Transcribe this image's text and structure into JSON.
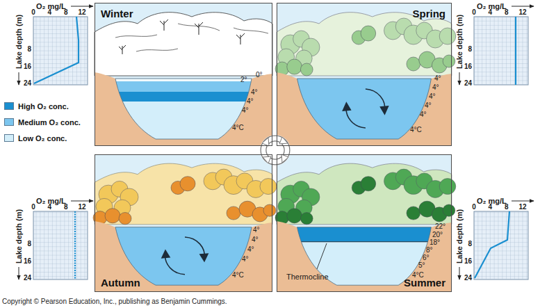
{
  "diagram": {
    "nodes": [
      {
        "text": [
          "Winter"
        ]
      },
      {
        "text": [
          "Spring"
        ]
      },
      {
        "text": [
          "Autumn"
        ]
      },
      {
        "text": [
          "Summer"
        ]
      }
    ],
    "labels": [
      "O₂ mg/L",
      "0",
      "4",
      "8",
      "12",
      "Lake depth (m)",
      "8",
      "16",
      "24",
      "2°",
      "0°",
      "4°",
      "4°",
      "4°",
      "4°C",
      "4°",
      "4°",
      "4°",
      "4°",
      "4°",
      "4°C",
      "O₂ mg/L",
      "0",
      "4",
      "8",
      "12",
      "Lake depth (m)",
      "8",
      "16",
      "24",
      "O₂ mg/L",
      "0",
      "4",
      "8",
      "12",
      "Lake depth (m)",
      "8",
      "16",
      "24",
      "4°",
      "4°",
      "4°",
      "4°",
      "4°C",
      "22°",
      "20°",
      "18°",
      "8°",
      "6°",
      "5°",
      "4°C",
      "Thermocline",
      "O₂ mg/L",
      "0",
      "4",
      "8",
      "12",
      "Lake depth (m)",
      "8",
      "16",
      "24",
      "Copyright © Pearson Education, Inc., publishing as Benjamin Cummings."
    ],
    "legend": [
      {
        "text": "High O₂ conc.",
        "color": "#1a8fd0"
      },
      {
        "text": "Medium O₂ conc.",
        "color": "#7cc6ef"
      },
      {
        "text": "Low O₂ conc.",
        "color": "#d3eefa"
      }
    ]
  }
}
